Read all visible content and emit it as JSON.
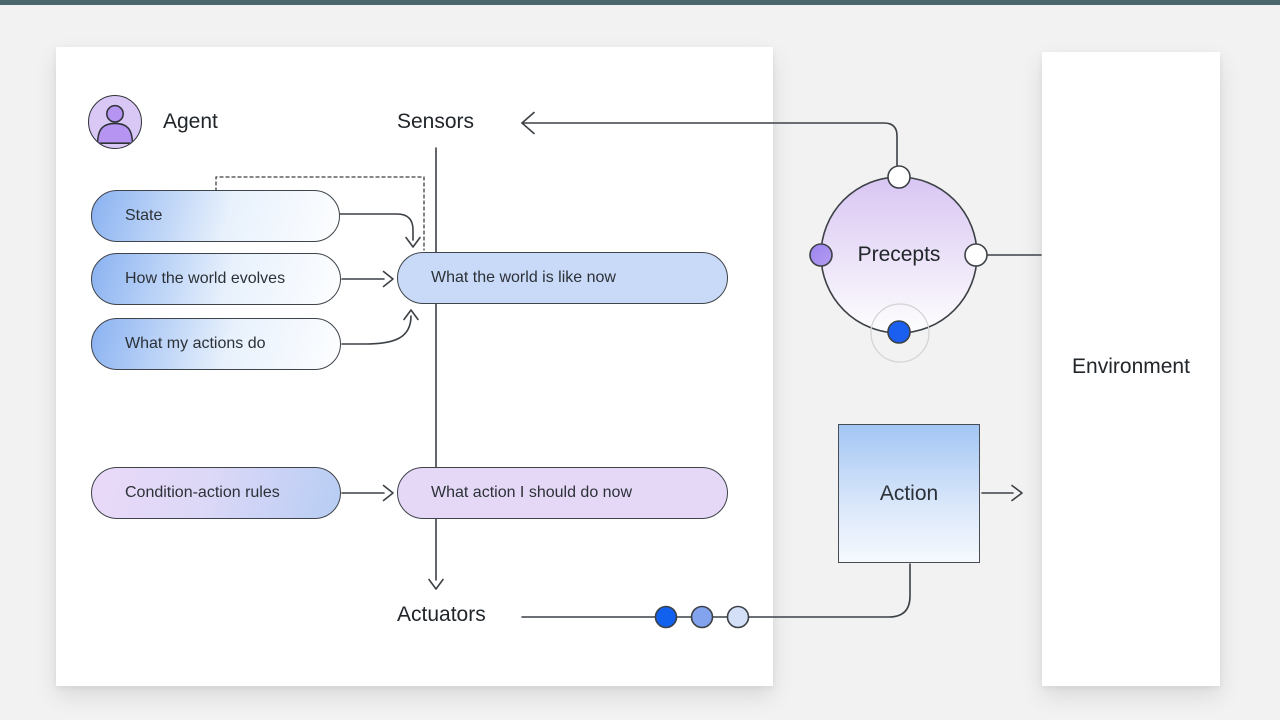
{
  "colors": {
    "top_bar": "#4b666c",
    "background": "#f2f2f2",
    "line": "#3c4146",
    "accent_blue_dot": "#1160ee",
    "mid_blue_dot": "#84a3ef",
    "light_blue_dot": "#d4e0f8",
    "purple_dot": "#a78df0",
    "pill_solid_blue": "#c9daf8",
    "pill_solid_purple": "#e5d8f7"
  },
  "agent_panel": {
    "agent_label": "Agent",
    "sensors_label": "Sensors",
    "actuators_label": "Actuators",
    "pills": {
      "state": "State",
      "how_world_evolves": "How the world evolves",
      "what_actions_do": "What my actions do",
      "condition_action_rules": "Condition-action rules",
      "world_now": "What the world is like now",
      "action_now": "What action I should do now"
    }
  },
  "precepts": {
    "label": "Precepts"
  },
  "action": {
    "label": "Action"
  },
  "environment": {
    "label": "Environment"
  },
  "icons": {
    "agent_avatar": "person-icon"
  }
}
